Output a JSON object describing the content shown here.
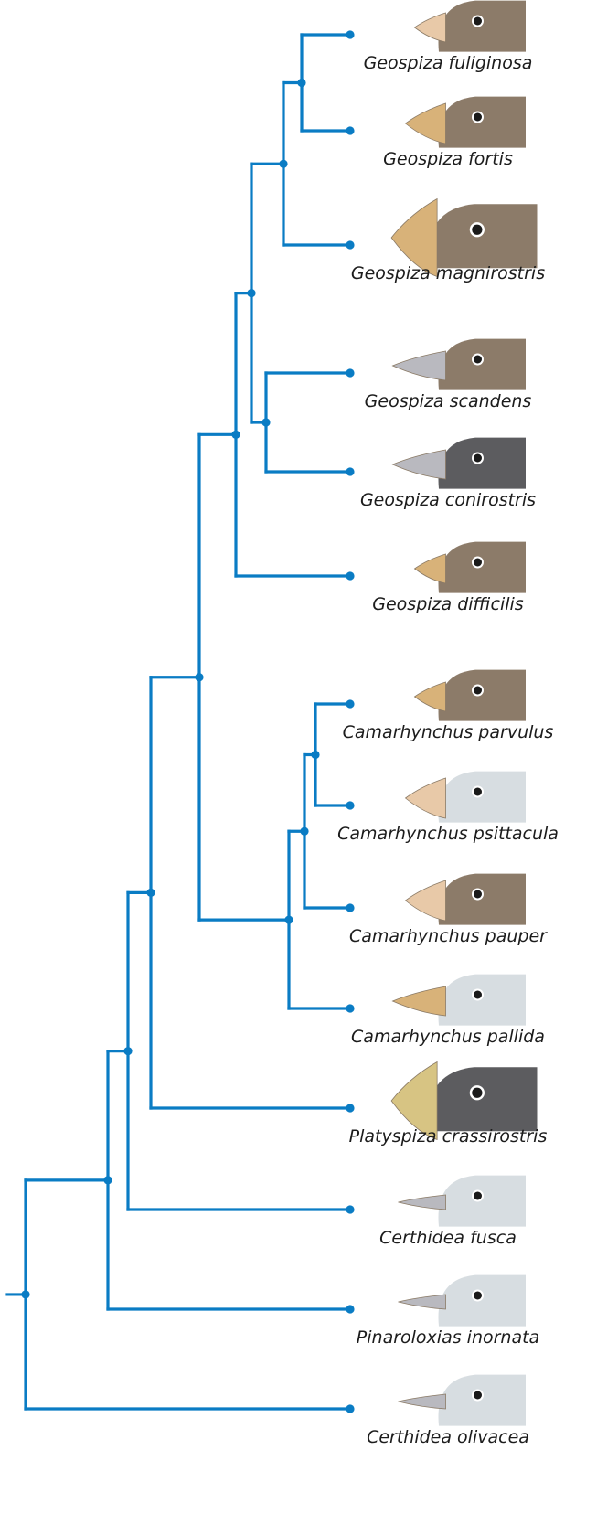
{
  "colors": {
    "branch": "#0a7cc4",
    "node": "#0a7cc4",
    "label": "#1c1c1c",
    "beak_light": "#e8c9a8",
    "beak_tan": "#d8b279",
    "beak_grey": "#b9b9bf",
    "beak_yellow": "#d7c483",
    "head_brown": "#8c7b69",
    "head_dark": "#5c5c5f",
    "head_light": "#d7dde1"
  },
  "taxa": [
    {
      "id": "g-fuliginosa",
      "name": "Geospiza fuliginosa",
      "beak": "light",
      "head": "brown",
      "beak_size": "small"
    },
    {
      "id": "g-fortis",
      "name": "Geospiza fortis",
      "beak": "tan",
      "head": "brown",
      "beak_size": "medium"
    },
    {
      "id": "g-magnirostris",
      "name": "Geospiza magnirostris",
      "beak": "tan",
      "head": "brown",
      "beak_size": "large"
    },
    {
      "id": "g-scandens",
      "name": "Geospiza scandens",
      "beak": "grey",
      "head": "brown",
      "beak_size": "long"
    },
    {
      "id": "g-conirostris",
      "name": "Geospiza conirostris",
      "beak": "grey",
      "head": "dark",
      "beak_size": "long"
    },
    {
      "id": "g-difficilis",
      "name": "Geospiza difficilis",
      "beak": "tan",
      "head": "brown",
      "beak_size": "small"
    },
    {
      "id": "c-parvulus",
      "name": "Camarhynchus parvulus",
      "beak": "tan",
      "head": "brown",
      "beak_size": "small"
    },
    {
      "id": "c-psittacula",
      "name": "Camarhynchus psittacula",
      "beak": "light",
      "head": "light",
      "beak_size": "medium"
    },
    {
      "id": "c-pauper",
      "name": "Camarhynchus pauper",
      "beak": "light",
      "head": "brown",
      "beak_size": "medium"
    },
    {
      "id": "c-pallida",
      "name": "Camarhynchus pallida",
      "beak": "tan",
      "head": "light",
      "beak_size": "long"
    },
    {
      "id": "p-crassirostris",
      "name": "Platyspiza crassirostris",
      "beak": "yellow",
      "head": "dark",
      "beak_size": "large"
    },
    {
      "id": "c-fusca",
      "name": "Certhidea fusca",
      "beak": "grey",
      "head": "light",
      "beak_size": "thin"
    },
    {
      "id": "p-inornata",
      "name": "Pinaroloxias inornata",
      "beak": "grey",
      "head": "light",
      "beak_size": "thin"
    },
    {
      "id": "c-olivacea",
      "name": "Certhidea olivacea",
      "beak": "grey",
      "head": "light",
      "beak_size": "thin"
    }
  ],
  "tree": {
    "children": [
      {
        "children": [
          {
            "children": [
              {
                "children": [
                  {
                    "children": [
                      {
                        "children": [
                          {
                            "children": [
                              {
                                "leaf": "g-fuliginosa"
                              },
                              {
                                "leaf": "g-fortis"
                              }
                            ]
                          },
                          {
                            "leaf": "g-magnirostris"
                          }
                        ]
                      },
                      {
                        "children": [
                          {
                            "leaf": "g-scandens"
                          },
                          {
                            "leaf": "g-conirostris"
                          }
                        ]
                      }
                    ]
                  },
                  {
                    "leaf": "g-difficilis"
                  }
                ]
              },
              {
                "children": [
                  {
                    "children": [
                      {
                        "children": [
                          {
                            "leaf": "c-parvulus"
                          },
                          {
                            "leaf": "c-psittacula"
                          }
                        ]
                      },
                      {
                        "leaf": "c-pauper"
                      }
                    ]
                  },
                  {
                    "leaf": "c-pallida"
                  }
                ]
              }
            ]
          },
          {
            "leaf": "p-crassirostris"
          }
        ]
      },
      {
        "leaf": "c-fusca"
      }
    ]
  },
  "outer": [
    {
      "leaf": "p-inornata"
    },
    {
      "leaf": "c-olivacea"
    }
  ]
}
